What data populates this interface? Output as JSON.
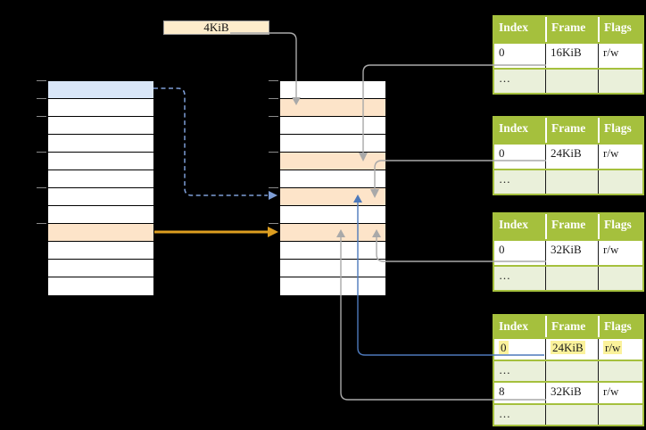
{
  "diagram": {
    "size_label": "4KiB",
    "virtual_memory": {
      "rows": [
        "blue",
        "white",
        "white",
        "white",
        "white",
        "white",
        "white",
        "white",
        "orange",
        "white",
        "white",
        "white"
      ],
      "tick_rows": [
        0,
        1,
        2,
        4,
        6,
        8
      ]
    },
    "physical_memory": {
      "rows": [
        "white",
        "orange",
        "white",
        "white",
        "orange",
        "white",
        "orange",
        "white",
        "orange",
        "white",
        "white",
        "white"
      ],
      "tick_rows": [
        0,
        1,
        2,
        4,
        6,
        8
      ]
    },
    "page_tables": [
      {
        "headers": [
          "Index",
          "Frame",
          "Flags"
        ],
        "rows": [
          {
            "cells": [
              "0",
              "16KiB",
              "r/w"
            ],
            "shade": "white",
            "highlight": false
          },
          {
            "cells": [
              "…",
              "",
              ""
            ],
            "shade": "green",
            "highlight": false
          }
        ]
      },
      {
        "headers": [
          "Index",
          "Frame",
          "Flags"
        ],
        "rows": [
          {
            "cells": [
              "0",
              "24KiB",
              "r/w"
            ],
            "shade": "white",
            "highlight": false
          },
          {
            "cells": [
              "…",
              "",
              ""
            ],
            "shade": "green",
            "highlight": false
          }
        ]
      },
      {
        "headers": [
          "Index",
          "Frame",
          "Flags"
        ],
        "rows": [
          {
            "cells": [
              "0",
              "32KiB",
              "r/w"
            ],
            "shade": "white",
            "highlight": false
          },
          {
            "cells": [
              "…",
              "",
              ""
            ],
            "shade": "green",
            "highlight": false
          }
        ]
      },
      {
        "headers": [
          "Index",
          "Frame",
          "Flags"
        ],
        "rows": [
          {
            "cells": [
              "0",
              "24KiB",
              "r/w"
            ],
            "shade": "white",
            "highlight": true
          },
          {
            "cells": [
              "…",
              "",
              ""
            ],
            "shade": "green",
            "highlight": false
          },
          {
            "cells": [
              "8",
              "32KiB",
              "r/w"
            ],
            "shade": "white",
            "highlight": false
          },
          {
            "cells": [
              "…",
              "",
              ""
            ],
            "shade": "green",
            "highlight": false
          }
        ]
      }
    ],
    "colors": {
      "connector_gray": "#a9a9a9",
      "arrow_orange": "#dd9e20",
      "arrow_blue": "#4d79bb",
      "arrow_blue_dashed": "#7d9dd6",
      "tick_gray": "#8a8a8a",
      "header_green": "#a5c03d",
      "row_green_light": "#eaf0da",
      "page_blue": "#d9e6f7",
      "page_orange": "#fde4c9",
      "highlight_yellow": "#fbf29b",
      "label_cream": "#fdeccb"
    }
  }
}
